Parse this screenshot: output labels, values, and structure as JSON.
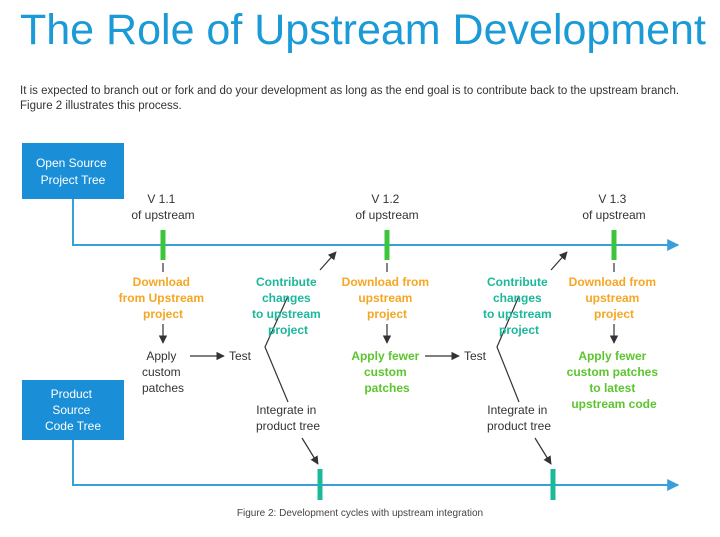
{
  "title": "The Role of Upstream Development",
  "intro": "It is expected to branch out or fork and do your development as long as the end goal is to contribute back to the upstream branch. Figure 2 illustrates this process.",
  "caption": "Figure 2: Development cycles with upstream integration",
  "colors": {
    "title": "#1a9ad6",
    "box": "#1a8fd8",
    "timeline": "#3a9fd8",
    "marker": "#3cc43c",
    "download": "#f6a623",
    "contribute": "#1cb89a",
    "apply": "#5cc52e",
    "text": "#333333"
  },
  "boxes": {
    "open_source": [
      "Open Source",
      "Project Tree"
    ],
    "product": [
      "Product",
      "Source",
      "Code Tree"
    ]
  },
  "versions": [
    {
      "name": "V 1.1",
      "sub": "of upstream"
    },
    {
      "name": "V 1.2",
      "sub": "of upstream"
    },
    {
      "name": "V 1.3",
      "sub": "of upstream"
    }
  ],
  "cycle1": {
    "download": [
      "Download",
      "from Upstream",
      "project"
    ],
    "apply": [
      "Apply",
      "custom",
      "patches"
    ],
    "test": "Test",
    "contribute": [
      "Contribute",
      "changes",
      "to upstream",
      "project"
    ],
    "integrate": [
      "Integrate in",
      "product tree"
    ]
  },
  "cycle2": {
    "download": [
      "Download from",
      "upstream",
      "project"
    ],
    "apply": [
      "Apply fewer",
      "custom",
      "patches"
    ],
    "test": "Test",
    "contribute": [
      "Contribute",
      "changes",
      "to upstream",
      "project"
    ],
    "integrate": [
      "Integrate in",
      "product tree"
    ]
  },
  "cycle3": {
    "download": [
      "Download from",
      "upstream",
      "project"
    ],
    "apply": [
      "Apply fewer",
      "custom patches",
      "to latest",
      "upstream code"
    ]
  }
}
